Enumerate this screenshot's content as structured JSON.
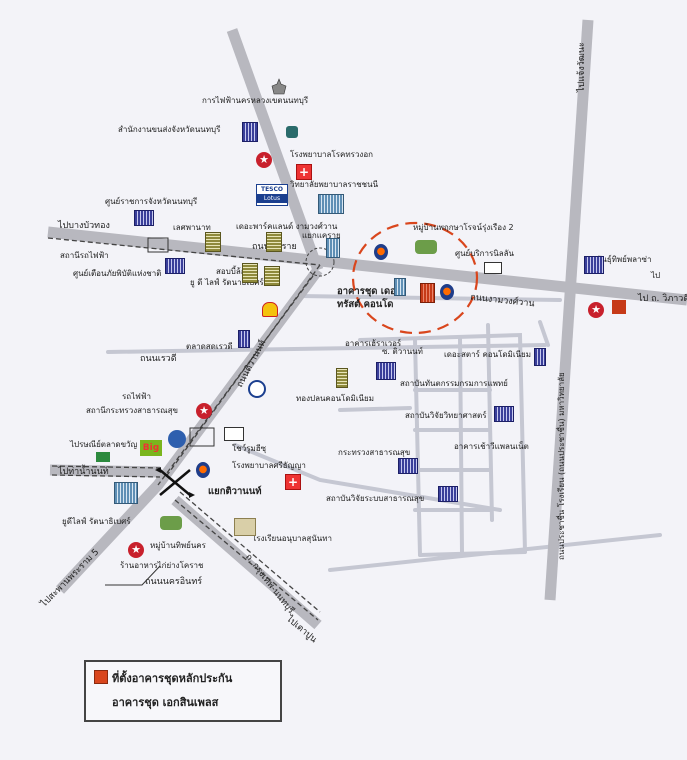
{
  "title": "ที่ตั้งอาคารชุดหลักประกัน",
  "legend": {
    "line1": "ที่ตั้งอาคารชุดหลักประกัน",
    "line2": "อาคารชุด เอกสินเพลส",
    "swatch_color": "#d9461d"
  },
  "colors": {
    "main_road": "#b9b9b9",
    "minor_road": "#c9cbd4",
    "highlight_circle": "#d9461d",
    "building_blue": "#3a3f9a"
  },
  "roads": {
    "ngamwongwan": "ถนนงามวงศ์วาน",
    "khae_rai": "ถนนแคราย",
    "tiwanon": "ถนนติวานนท์",
    "nakhon_in": "ถนนนครอินทร์",
    "ratchaphruek_area": "ถนนเรวดี",
    "phra_ram5": "ไปสะพานพระราม 5",
    "krungthep_nonthaburi": "ถ. กรุงเทพ-นนทบุรี",
    "to_bang_bua_thong": "ไปบางบัวทอง",
    "to_pak_kret": "ไปท่าน้ำนนท์",
    "to_tao_poon": "ไปเตาปูน",
    "to_chaeng_wattana": "ไปแจ้งวัฒนะ",
    "to_vibhavadi": "ไป ถ. วิภาวดี",
    "khae_rai_junction": "แยกแคราย",
    "tiwanon_junction": "แยกติวานนท์",
    "soi_tiwanon": "ซ. ติวานนท์",
    "prachachuen": "ถนนประชาชื่น โรงเรียน (ถนนประชาชื่น) มหาวิทยาลัย"
  },
  "places": {
    "pea": "การไฟฟ้านครหลวงเขตนนทบุรี",
    "land_transport": "สำนักงานขนส่งจังหวัดนนทบุรี",
    "chest_hospital": "โรงพยาบาลโรคทรวงอก",
    "ratchathani_nursing": "วิทยาลัยพยาบาลราชชนนี",
    "nonthaburi_gov": "ศูนย์ราชการจังหวัดนนทบุรี",
    "lesphanat": "เลศพานาท",
    "lakeside_condo": "เดอะพาร์คแลนด์ งามวงศ์วาน",
    "pruksa_village": "หมู่บ้านพฤกษาโรจน์รุ่งเรือง 2",
    "mall_service": "ศูนย์บริการนิลลัน",
    "phansaeng_plaza": "พันธุ์ทิพย์พลาซ่า",
    "to_right": "ไป",
    "electric_station": "สถานีรถไฟฟ้า",
    "tsunami_center": "ศูนย์เตือนภัยพิบัติแห่งชาติ",
    "the_trust_condo": "อาคารชุด เดอะทรัสต์ คอนโด",
    "sb_tower": "สอบบี้ล้อบน",
    "ut_life": "ยู ดี ไลฟ์ รัตนาธิเบศร์",
    "market": "ตลาดสดเรวดี",
    "sai_tower": "อาคารเฮ้ราเวอร์",
    "the_star_condo": "เดอะสตาร์ คอนโดมิเนียม",
    "thong_pin": "ทองปลนคอนโดมิเนียม",
    "dental_inst": "สถาบันทันตกรรมกรมการแพทย์",
    "public_health_ministry": "กระทรวงสาธารณสุข",
    "sci_inst": "สถาบันวิจัยวิทยาศาสตร์",
    "rom_fai_fa": "รถไฟฟ้า",
    "public_health_transit": "สถานีกระทรวงสาธารณสุข",
    "big_c": "ไปรษณีย์ตลาดขวัญ",
    "sirirat_hospital": "โรงพยาบาลศรีธัญญา",
    "sailom": "โชว์รูมฮีซุ",
    "health_system_inst": "สถาบันวิจัยระบบสาธารณสุข",
    "garden_place": "อาคารเช้าวีแพลนเน็ต",
    "tiwanon_sign": "แยกติวานนท์",
    "ud_life_ratanathibet": "ยูดีไลฟ์ รัตนาธิเบศร์",
    "village_thip": "หมู่บ้านทิพย์นคร",
    "restaurant": "ร้านอาหารไก่ย่างโคราช",
    "school": "โรงเรียนอนุบาลสุนันทา",
    "tesco_l1": "TESCO",
    "tesco_l2": "Lotus",
    "big_logo": "Big"
  },
  "icons": [
    "building-icon",
    "star-fuel-icon",
    "drop-fuel-icon",
    "hospital-cross-icon",
    "shell-icon",
    "tesco-lotus-logo",
    "house-icon",
    "temple-icon"
  ]
}
